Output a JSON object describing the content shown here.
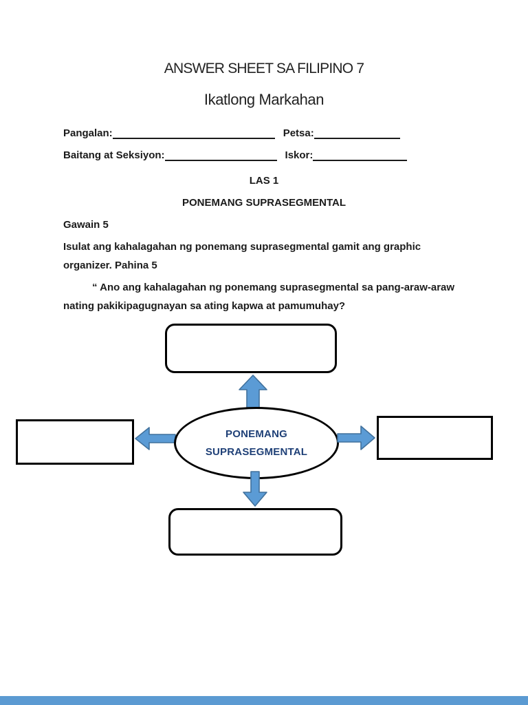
{
  "page": {
    "title": "ANSWER SHEET SA FILIPINO 7",
    "subtitle": "Ikatlong Markahan"
  },
  "fields": {
    "name_label": "Pangalan:",
    "name_value": "",
    "date_label": "Petsa:",
    "date_value": "",
    "section_label": "Baitang at Seksiyon:",
    "section_value": "",
    "score_label": "Iskor:",
    "score_value": ""
  },
  "activity": {
    "las_heading": "LAS 1",
    "topic_heading": "PONEMANG SUPRASEGMENTAL",
    "task_heading": "Gawain 5",
    "instructions_line1": "Isulat ang kahalagahan ng ponemang suprasegmental gamit ang graphic",
    "instructions_line2": "organizer. Pahina 5",
    "question_line1": "“ Ano ang kahalagahan ng ponemang suprasegmental sa pang-araw-araw",
    "question_line2": "nating pakikipagugnayan sa ating kapwa at pamumuhay?"
  },
  "diagram": {
    "center_line1": "PONEMANG",
    "center_line2": "SUPRASEGMENTAL",
    "center_text_color": "#1f4077",
    "arrow_fill": "#5b9bd5",
    "arrow_stroke": "#41719c",
    "box_border_color": "#000000",
    "answer_boxes": {
      "top": "",
      "left": "",
      "right": "",
      "bottom": ""
    }
  },
  "footer": {
    "bar_color": "#5b9ad2"
  }
}
